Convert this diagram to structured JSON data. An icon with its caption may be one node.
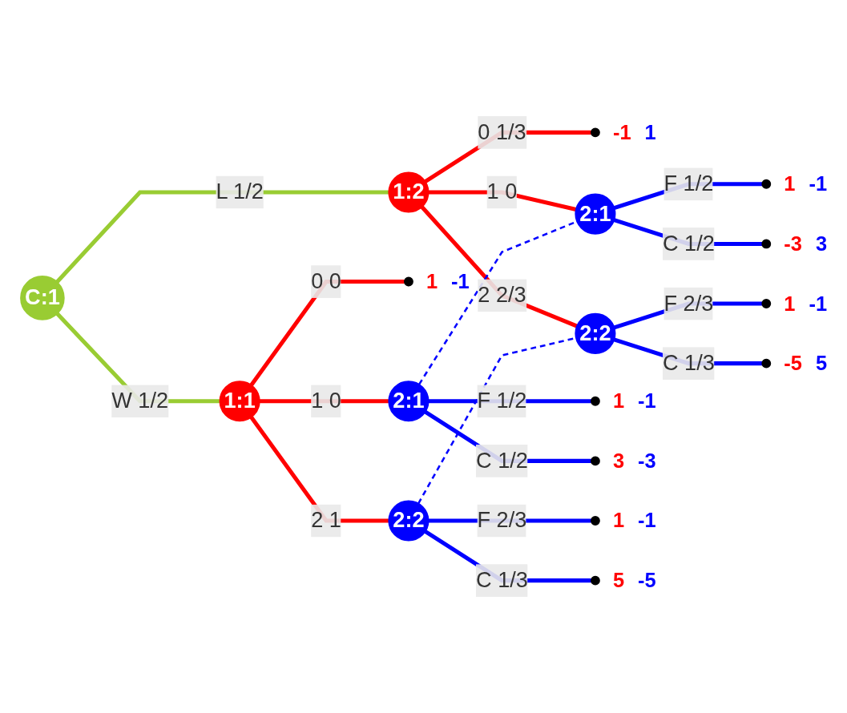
{
  "diagram": {
    "nodes": [
      {
        "text": [
          "C:1"
        ]
      },
      {
        "text": [
          "1:1"
        ]
      },
      {
        "text": [
          "1:2"
        ]
      },
      {
        "text": [],
        "shape": "circle",
        "beside": [
          "1",
          "-1"
        ]
      },
      {
        "text": [
          "2:1"
        ]
      },
      {
        "text": [
          "2:2"
        ]
      },
      {
        "text": [],
        "shape": "circle",
        "beside": [
          "-1",
          "1"
        ]
      },
      {
        "text": [
          "2:1"
        ]
      },
      {
        "text": [
          "2:2"
        ]
      },
      {
        "text": [],
        "shape": "circle",
        "beside": [
          "1",
          "-1"
        ]
      },
      {
        "text": [],
        "shape": "circle",
        "beside": [
          "3",
          "-3"
        ]
      },
      {
        "text": [],
        "shape": "circle",
        "beside": [
          "1",
          "-1"
        ]
      },
      {
        "text": [],
        "shape": "circle",
        "beside": [
          "5",
          "-5"
        ]
      },
      {
        "text": [],
        "shape": "circle",
        "beside": [
          "1",
          "-1"
        ]
      },
      {
        "text": [],
        "shape": "circle",
        "beside": [
          "-3",
          "3"
        ]
      },
      {
        "text": [],
        "shape": "circle",
        "beside": [
          "1",
          "-1"
        ]
      },
      {
        "text": [],
        "shape": "circle",
        "beside": [
          "-5",
          "5"
        ]
      }
    ],
    "edges": [
      {
        "from": 0,
        "to": 1,
        "arrow": "none",
        "label": "W 1/2",
        "color": "#99cc33"
      },
      {
        "from": 0,
        "to": 2,
        "arrow": "none",
        "label": "L 1/2",
        "color": "#99cc33"
      },
      {
        "from": 1,
        "to": 3,
        "arrow": "none",
        "label": "0 0",
        "color": "#ff0000"
      },
      {
        "from": 1,
        "to": 4,
        "arrow": "none",
        "label": "1 0",
        "color": "#ff0000"
      },
      {
        "from": 1,
        "to": 5,
        "arrow": "none",
        "label": "2 1",
        "color": "#ff0000"
      },
      {
        "from": 2,
        "to": 6,
        "arrow": "none",
        "label": "0 1/3",
        "color": "#ff0000"
      },
      {
        "from": 2,
        "to": 7,
        "arrow": "none",
        "label": "1 0",
        "color": "#ff0000"
      },
      {
        "from": 2,
        "to": 8,
        "arrow": "none",
        "label": "2 2/3",
        "color": "#ff0000"
      },
      {
        "from": 4,
        "to": 9,
        "arrow": "none",
        "label": "F 1/2",
        "color": "#0000ff"
      },
      {
        "from": 4,
        "to": 10,
        "arrow": "none",
        "label": "C 1/2",
        "color": "#0000ff"
      },
      {
        "from": 5,
        "to": 11,
        "arrow": "none",
        "label": "F 2/3",
        "color": "#0000ff"
      },
      {
        "from": 5,
        "to": 12,
        "arrow": "none",
        "label": "C 1/3",
        "color": "#0000ff"
      },
      {
        "from": 7,
        "to": 13,
        "arrow": "none",
        "label": "F 1/2",
        "color": "#0000ff"
      },
      {
        "from": 7,
        "to": 14,
        "arrow": "none",
        "label": "C 1/2",
        "color": "#0000ff"
      },
      {
        "from": 8,
        "to": 15,
        "arrow": "none",
        "label": "F 2/3",
        "color": "#0000ff"
      },
      {
        "from": 8,
        "to": 16,
        "arrow": "none",
        "label": "C 1/3",
        "color": "#0000ff"
      },
      {
        "from": 4,
        "to": 7,
        "arrow": "none",
        "style": "dashed",
        "color": "#0000ff"
      },
      {
        "from": 5,
        "to": 8,
        "arrow": "none",
        "style": "dashed",
        "color": "#0000ff"
      }
    ]
  }
}
